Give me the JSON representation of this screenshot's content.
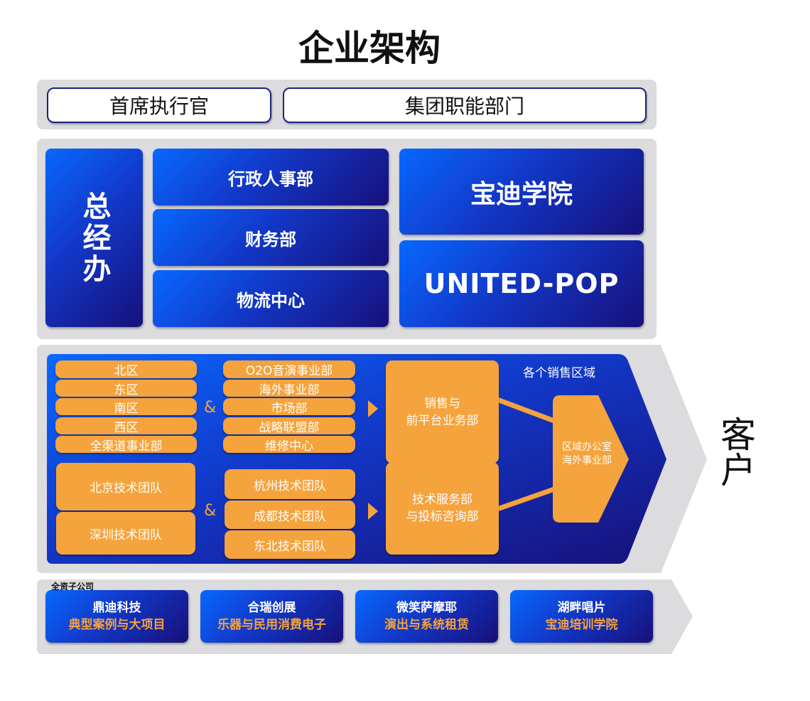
{
  "title": "企业架构",
  "top_row": {
    "ceo": "首席执行官",
    "group_functions": "集团职能部门"
  },
  "management": {
    "general_office": "总经办",
    "departments": [
      "行政人事部",
      "财务部",
      "物流中心"
    ],
    "academy": "宝迪学院",
    "united_pop": "UNITED-POP"
  },
  "sales": {
    "regions_label": "各个销售区域",
    "regions": [
      "北区",
      "东区",
      "南区",
      "西区",
      "全渠道事业部"
    ],
    "business_units": [
      "O2O音演事业部",
      "海外事业部",
      "市场部",
      "战略联盟部",
      "维修中心"
    ],
    "tech_teams_left": [
      "北京技术团队",
      "深圳技术团队"
    ],
    "tech_teams_right": [
      "杭州技术团队",
      "成都技术团队",
      "东北技术团队"
    ],
    "ampersand": "&",
    "sales_front": [
      "销售与",
      "前平台业务部"
    ],
    "tech_service": [
      "技术服务部",
      "与投标咨询部"
    ],
    "regional_office": [
      "区域办公室",
      "海外事业部"
    ],
    "customer": "客户"
  },
  "subsidiaries": {
    "label": "全资子公司",
    "items": [
      {
        "name": "鼎迪科技",
        "desc": "典型案例与大项目"
      },
      {
        "name": "合瑞创展",
        "desc": "乐器与民用消费电子"
      },
      {
        "name": "微笑萨摩耶",
        "desc": "演出与系统租赁"
      },
      {
        "name": "湖畔唱片",
        "desc": "宝迪培训学院"
      }
    ]
  },
  "colors": {
    "blue_start": "#0868ff",
    "blue_end": "#17107a",
    "orange": "#f5a33c",
    "panel": "#dcdcdf"
  }
}
